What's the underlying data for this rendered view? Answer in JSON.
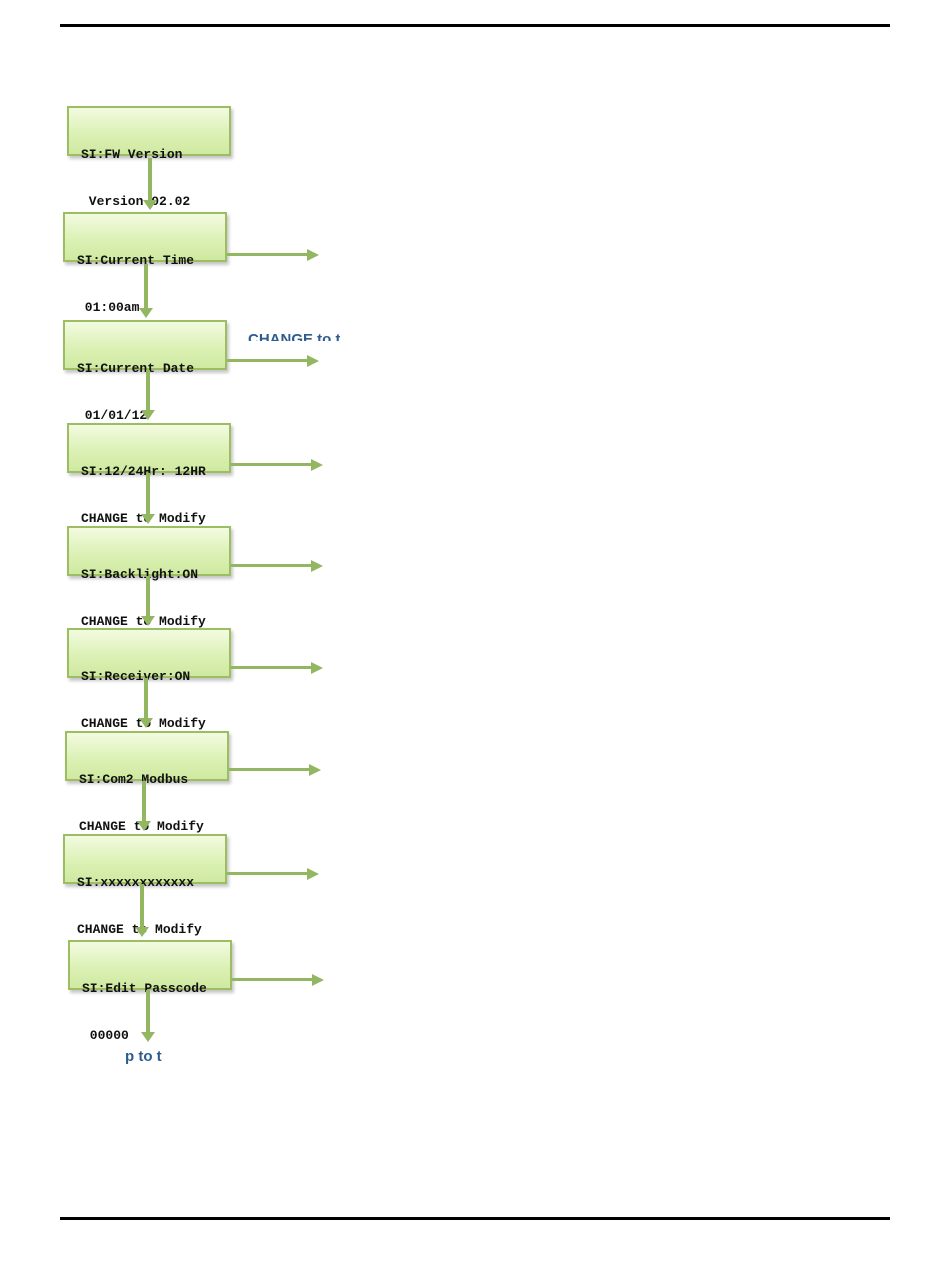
{
  "screens": [
    {
      "line1": "SI:FW Version",
      "line2": " Version 02.02"
    },
    {
      "line1": "SI:Current Time",
      "line2": " 01:00am"
    },
    {
      "line1": "SI:Current Date",
      "line2": " 01/01/12"
    },
    {
      "line1": "SI:12/24Hr: 12HR",
      "line2": "CHANGE to Modify"
    },
    {
      "line1": "SI:Backlight:ON",
      "line2": "CHANGE to Modify"
    },
    {
      "line1": "SI:Receiver:ON",
      "line2": "CHANGE to Modify"
    },
    {
      "line1": "SI:Com2 Modbus",
      "line2": "CHANGE to Modify"
    },
    {
      "line1": "SI:xxxxxxxxxxxx",
      "line2": "CHANGE to Modify"
    },
    {
      "line1": "SI:Edit Passcode",
      "line2": " 00000"
    }
  ],
  "fragments": {
    "date_note": "CHANGE to t",
    "bottom_note": "p to t"
  },
  "colors": {
    "arrow": "#93b661",
    "lcd_fill": "#dcf1b6",
    "note_text": "#2f5c8f"
  }
}
